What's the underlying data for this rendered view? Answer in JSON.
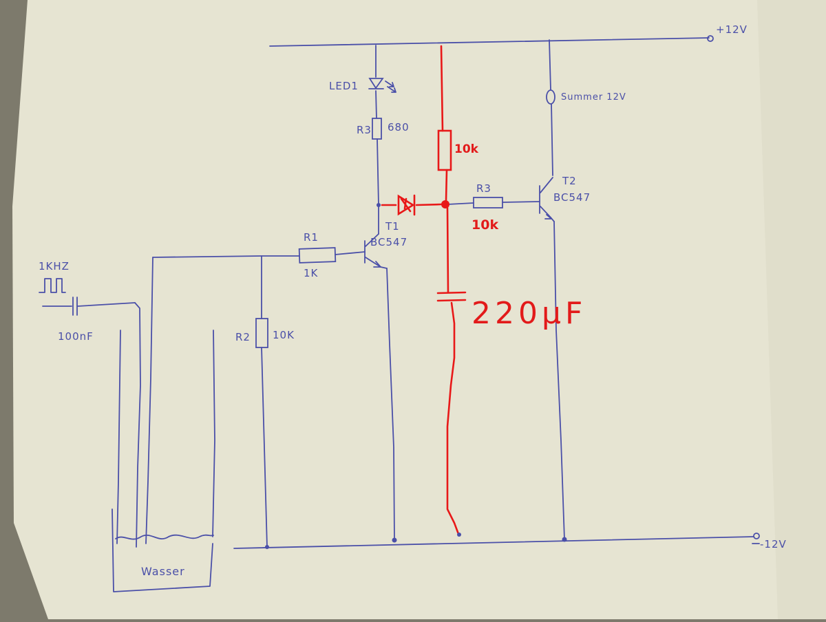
{
  "colors": {
    "paper": "#e6e4d2",
    "ink_blue": "#4a4fa8",
    "ink_red": "#e21a1a",
    "background": "#7d7a6c"
  },
  "labels": {
    "supply_pos": "+12V",
    "supply_neg": "-12V",
    "led": "LED1",
    "r3_led_name": "R3",
    "r3_led_value": "680",
    "buzzer": "Summer 12V",
    "t2_name": "T2",
    "t2_type": "BC547",
    "r3_base_name": "R3",
    "t1_name": "T1",
    "t1_type": "BC547",
    "r1_name": "R1",
    "r1_value": "1K",
    "r2_name": "R2",
    "r2_value": "10K",
    "source_freq": "1KHZ",
    "coupling_cap": "100nF",
    "water": "Wasser"
  },
  "red_annotations": {
    "resistor_top_value": "10k",
    "resistor_base_value": "10k",
    "capacitor_value": "220µF"
  }
}
